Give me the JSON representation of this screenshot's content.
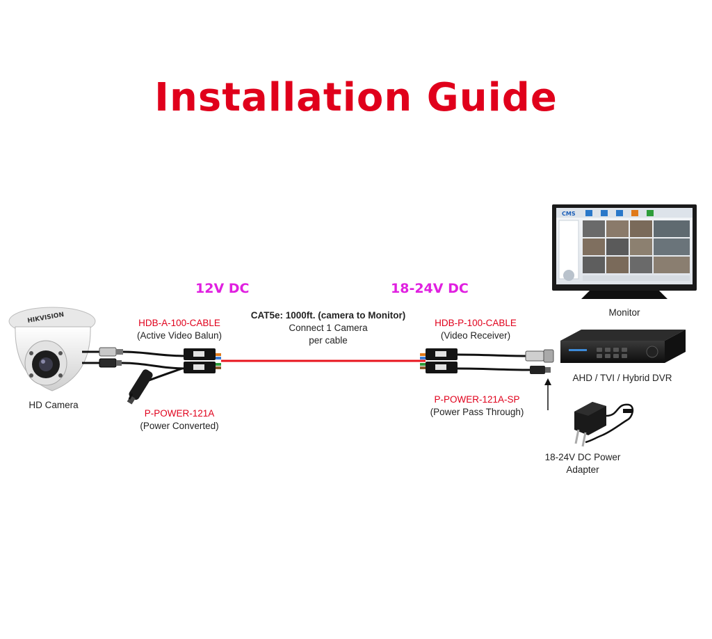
{
  "title": "Installation Guide",
  "colors": {
    "title": "#e0001b",
    "voltage": "#e020e0",
    "part": "#e0001b",
    "cable": "#e8141e"
  },
  "voltages": {
    "camera_side": "12V DC",
    "monitor_side": "18-24V DC"
  },
  "cable": {
    "spec": "CAT5e: 1000ft. (camera to Monitor)",
    "note_line1": "Connect 1 Camera",
    "note_line2": "per cable"
  },
  "camera": {
    "label": "HD Camera",
    "brand": "HIKVISION"
  },
  "balun_tx": {
    "part": "HDB-A-100-CABLE",
    "desc": "(Active Video Balun)"
  },
  "power_tx": {
    "part": "P-POWER-121A",
    "desc": "(Power Converted)"
  },
  "balun_rx": {
    "part": "HDB-P-100-CABLE",
    "desc": "(Video Receiver)"
  },
  "power_rx": {
    "part": "P-POWER-121A-SP",
    "desc": "(Power Pass Through)"
  },
  "monitor": {
    "label": "Monitor",
    "app_logo": "CMS"
  },
  "dvr": {
    "label": "AHD / TVI / Hybrid DVR"
  },
  "adapter": {
    "label_line1": "18-24V DC Power",
    "label_line2": "Adapter"
  }
}
